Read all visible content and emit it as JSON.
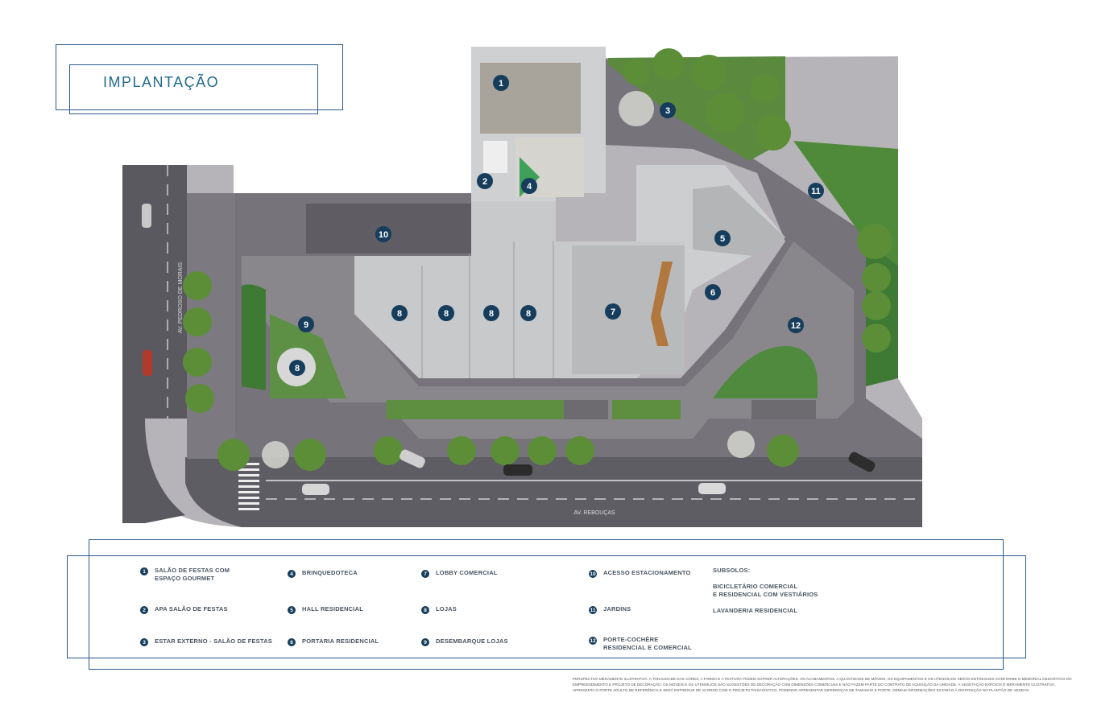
{
  "title": "IMPLANTAÇÃO",
  "streets": {
    "left": "AV. PEDROSO DE MORAIS",
    "bottom": "AV. REBOUÇAS"
  },
  "map_markers": [
    "1",
    "2",
    "3",
    "4",
    "5",
    "6",
    "7",
    "8",
    "8",
    "8",
    "8",
    "8",
    "9",
    "10",
    "11",
    "12"
  ],
  "legend": [
    {
      "num": "1",
      "lines": [
        "SALÃO DE FESTAS COM",
        "ESPAÇO GOURMET"
      ]
    },
    {
      "num": "2",
      "lines": [
        "APA SALÃO DE FESTAS"
      ]
    },
    {
      "num": "3",
      "lines": [
        "ESTAR EXTERNO - SALÃO DE FESTAS"
      ]
    },
    {
      "num": "4",
      "lines": [
        "BRINQUEDOTECA"
      ]
    },
    {
      "num": "5",
      "lines": [
        "HALL RESIDENCIAL"
      ]
    },
    {
      "num": "6",
      "lines": [
        "PORTARIA RESIDENCIAL"
      ]
    },
    {
      "num": "7",
      "lines": [
        "LOBBY COMERCIAL"
      ]
    },
    {
      "num": "8",
      "lines": [
        "LOJAS"
      ]
    },
    {
      "num": "9",
      "lines": [
        "DESEMBARQUE LOJAS"
      ]
    },
    {
      "num": "10",
      "lines": [
        "ACESSO ESTACIONAMENTO"
      ]
    },
    {
      "num": "11",
      "lines": [
        "JARDINS"
      ]
    },
    {
      "num": "12",
      "lines": [
        "PORTE-COCHÈRE",
        "RESIDENCIAL E COMERCIAL"
      ]
    }
  ],
  "subsoil": {
    "heading": "SUBSOLOS:",
    "items": [
      [
        "BICICLETÁRIO COMERCIAL",
        "E RESIDENCIAL COM VESTIÁRIOS"
      ],
      [
        "LAVANDERIA RESIDENCIAL"
      ]
    ]
  },
  "disclaimer": "PERSPECTIVA MERAMENTE ILUSTRATIVA. A TONALIDADE DAS CORES, A FORMA E A TEXTURA PODEM SOFRER ALTERAÇÕES. OS ACABAMENTOS, A QUANTIDADE DE MÓVEIS, OS EQUIPAMENTOS E OS UTENSÍLIOS SERÃO ENTREGUES CONFORME O MEMORIAL DESCRITIVO DO EMPREENDIMENTO E PROJETO DE DECORAÇÃO. OS MÓVEIS E OS UTENSÍLIOS SÃO SUGESTÕES DE DECORAÇÃO COM DIMENSÕES COMERCIAIS E NÃO FAZEM PARTE DO CONTRATO DE AQUISIÇÃO DA UNIDADE. A VEGETAÇÃO EXPOSTA É MERAMENTE ILUSTRATIVA, APRESENTA O PORTE ADULTO DE REFERÊNCIA E SERÁ ENTREGUE DE ACORDO COM O PROJETO PAISAGÍSTICO, PODENDO APRESENTAR DIFERENÇAS DE TAMANHO E PORTE. DEMAIS INFORMAÇÕES ESTARÃO À DISPOSIÇÃO NO PLANTÃO DE VENDAS.",
  "colors": {
    "accent": "#1f6b8f",
    "marker": "#173d5c",
    "road": "#6e6b70",
    "plaza": "#8a878c",
    "building": "#c9cbcd",
    "green": "#4f7d3a"
  }
}
